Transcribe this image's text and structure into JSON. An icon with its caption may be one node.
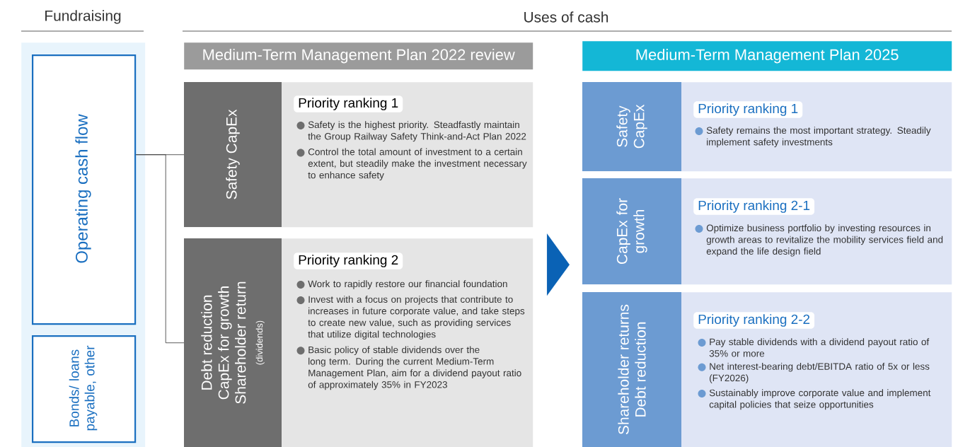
{
  "diagram": {
    "nodes": [
      {
        "text": [],
        "shape": "box"
      },
      {
        "text": [
          "Operating cash flow"
        ],
        "in": 0
      },
      {
        "text": [
          "Bonds/ loans payable, other"
        ],
        "in": 0
      },
      {
        "text": [
          "Medium-Term Management Plan 2022 review"
        ]
      },
      {
        "text": [
          "Safety CapEx",
          "Priority ranking 1",
          "Safety is the highest priority. Steadfastly maintain the Group Railway Safety Think-and-Act Plan 2022",
          "Control the total amount of investment to a certain extent, but steadily make the investment necessary to enhance safety"
        ]
      },
      {
        "text": [
          "Debt reduction",
          "CapEx for growth",
          "Shareholder return",
          "(dividends)",
          "Priority ranking 2",
          "Work to rapidly restore our financial foundation",
          "Invest with a focus on projects that contribute to increases in future corporate value, and take steps to create new value, such as providing services that utilize digital technologies",
          "Basic policy of stable dividends over the long term. During the current Medium-Term Management Plan, aim for a dividend payout ratio of approximately 35% in FY2023"
        ]
      },
      {
        "text": [
          "Medium-Term Management Plan 2025"
        ]
      },
      {
        "text": [
          "Safety CapEx",
          "Priority ranking 1",
          "Safety remains the most important strategy. Steadily implement safety investments"
        ]
      },
      {
        "text": [
          "CapEx for growth",
          "Priority ranking 2-1",
          "Optimize business portfolio by investing resources in growth areas to revitalize the mobility services field and expand the life design field"
        ]
      },
      {
        "text": [
          "Shareholder returns",
          "Debt reduction",
          "Priority ranking 2-2",
          "Pay stable dividends with a dividend payout ratio of 35% or more",
          "Net interest-bearing debt/EBITDA ratio of 5x or less (FY2026)",
          "Sustainably improve corporate value and implement capital policies that seize opportunities"
        ]
      }
    ],
    "edges": [
      {
        "from": 1,
        "to": 4,
        "arrow": "none"
      },
      {
        "from": 1,
        "to": 5,
        "arrow": "none"
      },
      {
        "from": 5,
        "to": 8,
        "arrow": "to"
      }
    ],
    "labels": [
      "Fundraising",
      "Uses of cash"
    ]
  }
}
